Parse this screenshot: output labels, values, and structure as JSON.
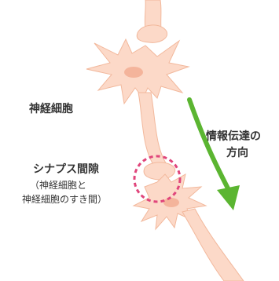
{
  "labels": {
    "neuron": "神経細胞",
    "synapse_title": "シナプス間隙",
    "synapse_note_line1": "（神経細胞と",
    "synapse_note_line2": "神経細胞のすき間）",
    "direction_line1": "情報伝達の",
    "direction_line2": "方向"
  },
  "colors": {
    "neuron_fill": "#fcd9c8",
    "neuron_stroke": "#f2b89c",
    "nucleus": "#f4b49b",
    "synapse_circle": "#e0457b",
    "arrow": "#5bb531",
    "text": "#333333"
  },
  "icons": {
    "direction_arrow": "down-arrow-icon"
  }
}
